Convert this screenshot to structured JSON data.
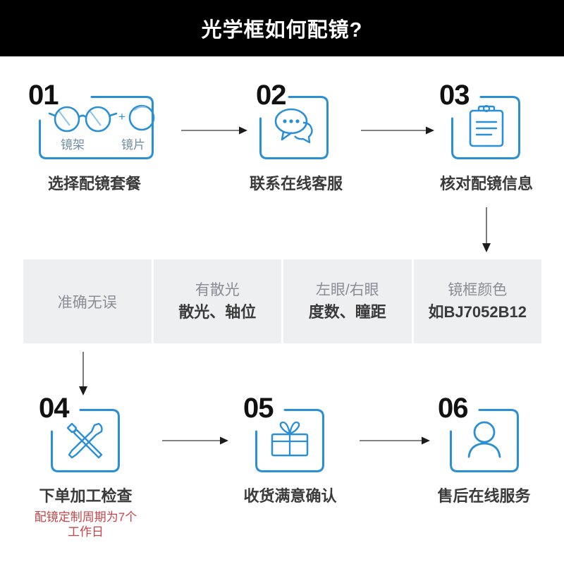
{
  "header": {
    "title": "光学框如何配镜?",
    "background": "#000000",
    "text_color": "#ffffff"
  },
  "theme": {
    "accent_blue": "#2b8fd4",
    "panel_gray": "#eeeff1",
    "caption_dark": "#3a3a3a",
    "muted_gray": "#8a8d93",
    "alert_red": "#c4464a",
    "arrow_gray": "#5a5a5a"
  },
  "steps": [
    {
      "number": "01",
      "icon": "glasses-and-lens-icon",
      "caption": "选择配镜套餐",
      "inner_labels": [
        "镜架",
        "镜片"
      ],
      "plus": "+"
    },
    {
      "number": "02",
      "icon": "chat-bubbles-icon",
      "caption": "联系在线客服"
    },
    {
      "number": "03",
      "icon": "clipboard-icon",
      "caption": "核对配镜信息"
    },
    {
      "number": "04",
      "icon": "tools-hammer-wrench-icon",
      "caption": "下单加工检查",
      "subtext": "配镜定制周期为7个\n工作日",
      "subtext_line1": "配镜定制周期为7个",
      "subtext_line2": "工作日"
    },
    {
      "number": "05",
      "icon": "gift-box-icon",
      "caption": "收货满意确认"
    },
    {
      "number": "06",
      "icon": "user-person-icon",
      "caption": "售后在线服务"
    }
  ],
  "info_panel": {
    "cells": [
      {
        "top": "",
        "bottom": "",
        "single": "准确无误"
      },
      {
        "top": "有散光",
        "bottom": "散光、轴位"
      },
      {
        "top": "左眼/右眼",
        "bottom": "度数、瞳距"
      },
      {
        "top": "镜框颜色",
        "bottom": "如BJ7052B12"
      }
    ]
  },
  "arrows": [
    {
      "name": "arrow-step1-to-step2",
      "direction": "right"
    },
    {
      "name": "arrow-step2-to-step3",
      "direction": "right"
    },
    {
      "name": "arrow-step3-to-info",
      "direction": "down"
    },
    {
      "name": "arrow-info-to-step4",
      "direction": "down"
    },
    {
      "name": "arrow-step4-to-step5",
      "direction": "right"
    },
    {
      "name": "arrow-step5-to-step6",
      "direction": "right"
    }
  ]
}
